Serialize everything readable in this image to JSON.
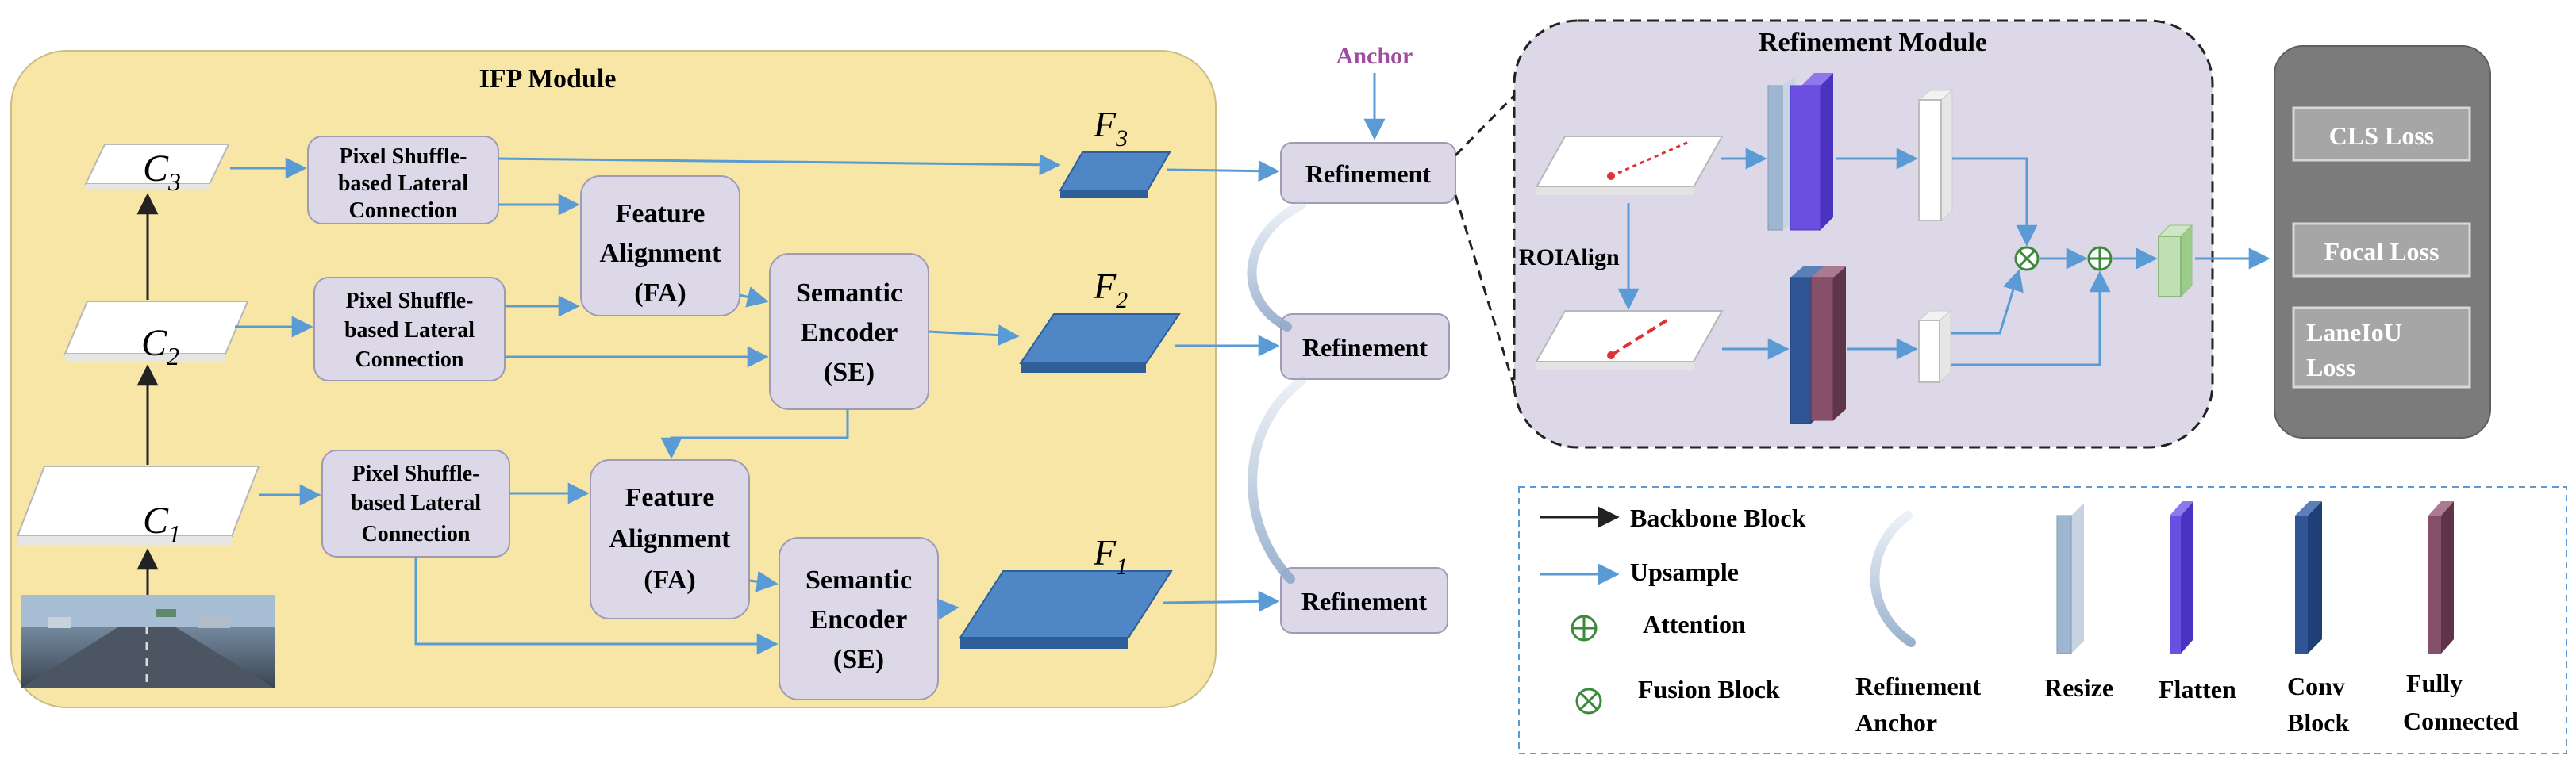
{
  "ifp": {
    "title": "IFP Module",
    "c_labels": [
      "C",
      "C",
      "C"
    ],
    "c_subs": [
      "3",
      "2",
      "1"
    ],
    "f_labels": [
      "F",
      "F",
      "F"
    ],
    "f_subs": [
      "3",
      "2",
      "1"
    ],
    "lateral": [
      "Pixel Shuffle-",
      "based Lateral",
      "Connection"
    ],
    "fa": [
      "Feature",
      "Alignment",
      "(FA)"
    ],
    "se": [
      "Semantic",
      "Encoder",
      "(SE)"
    ]
  },
  "anchor_label": "Anchor",
  "refinement_label": "Refinement",
  "refine_module": {
    "title": "Refinement Module",
    "roialign": "ROIAlign"
  },
  "losses": [
    "CLS Loss",
    "Focal Loss",
    "LaneIoU",
    "Loss"
  ],
  "legend": {
    "backbone": "Backbone Block",
    "upsample": "Upsample",
    "attention": "Attention",
    "fusion": "Fusion Block",
    "refinement_anchor": [
      "Refinement",
      "Anchor"
    ],
    "resize": "Resize",
    "flatten": "Flatten",
    "conv": [
      "Conv",
      "Block"
    ],
    "fc": [
      "Fully",
      "Connected"
    ]
  },
  "colors": {
    "ifp_bg": "#f7e6a6",
    "module_box": "#dcd8e8",
    "feature_blue": "#4f86c6",
    "arrow_blue": "#5b9bd5",
    "loss_panel": "#7b7b7b",
    "anchor_text": "#a04da0",
    "conv_fill": "#2f5597",
    "fc_fill": "#86506a",
    "flatten_fill": "#6b4fe0",
    "resize_fill": "#9fb6d0"
  }
}
